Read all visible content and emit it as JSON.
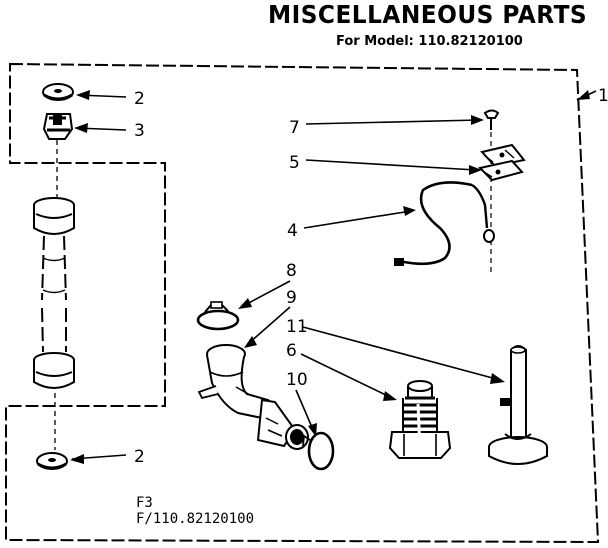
{
  "header": {
    "title": "MISCELLANEOUS PARTS",
    "subtitle": "For Model: 110.82120100"
  },
  "callouts": {
    "c1": "1",
    "c2_top": "2",
    "c3": "3",
    "c7": "7",
    "c5": "5",
    "c4": "4",
    "c8": "8",
    "c9": "9",
    "c11": "11",
    "c6": "6",
    "c10": "10",
    "c2_bottom": "2"
  },
  "footer": {
    "code_line1": "F3",
    "code_line2": "F/110.82120100"
  }
}
